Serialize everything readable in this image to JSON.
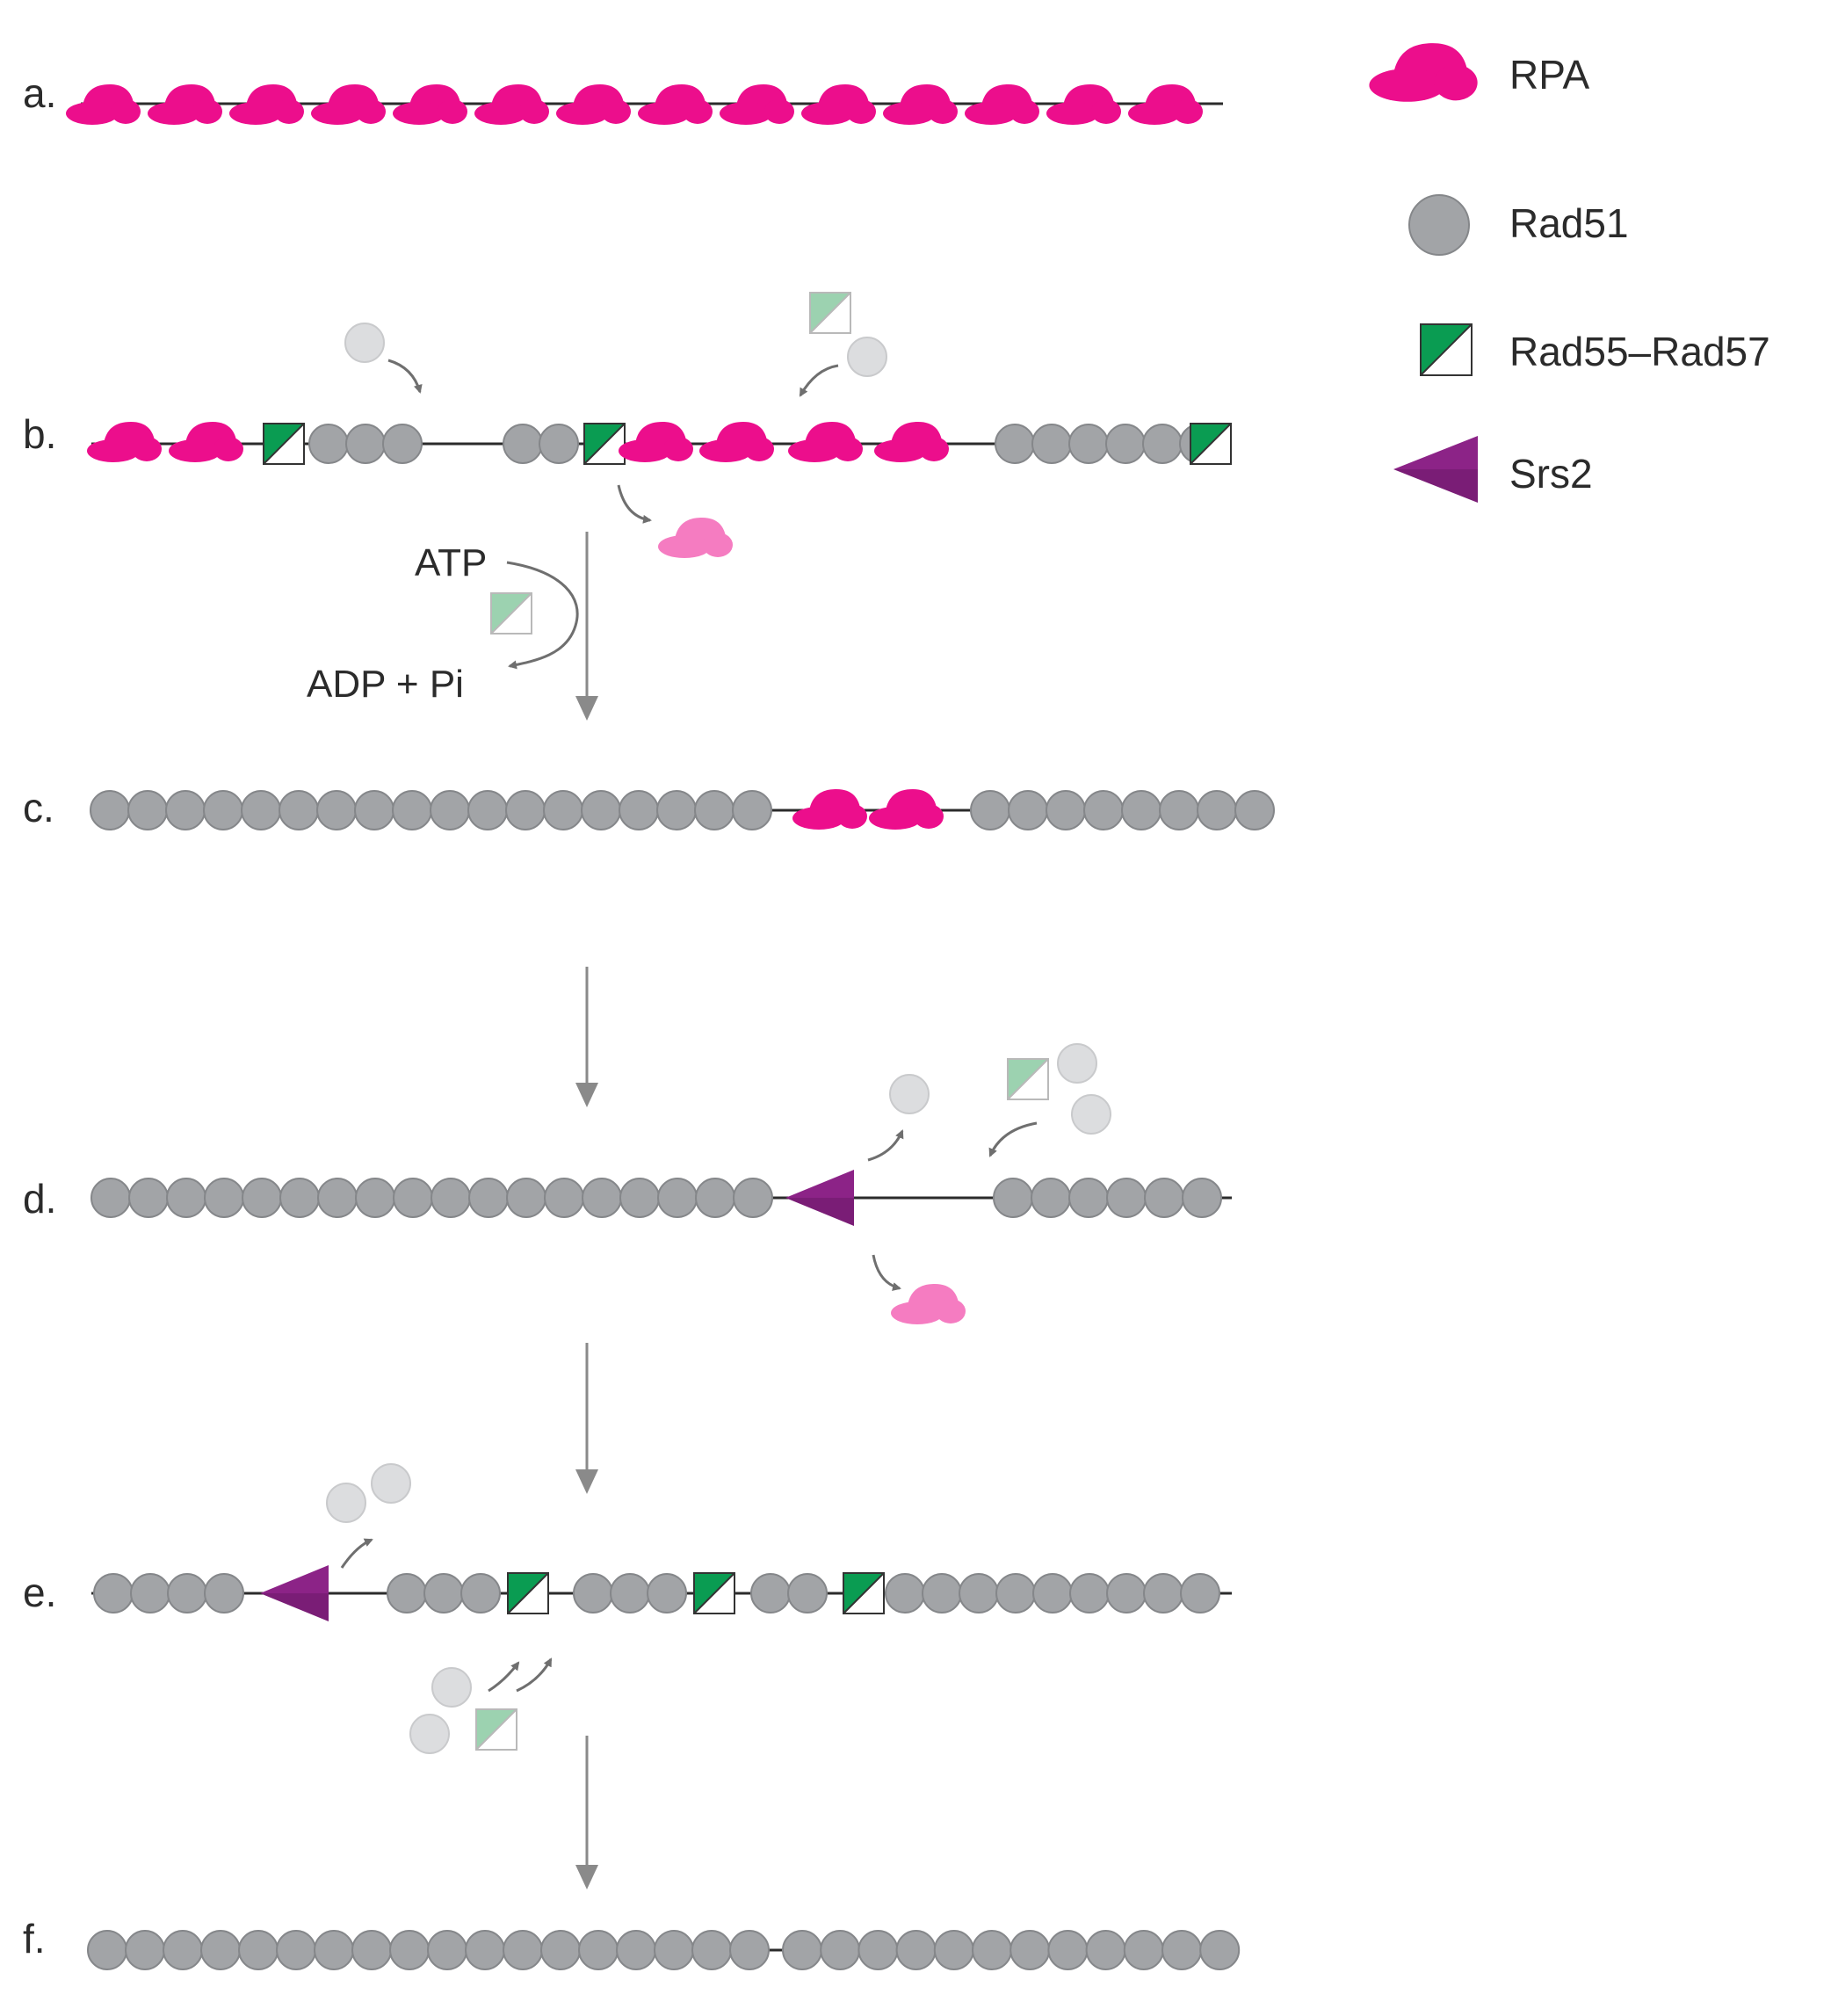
{
  "colors": {
    "rpa": "#ec0e8c",
    "rpa_faded": "#f57cc1",
    "rad51": "#a2a4a7",
    "rad51_stroke": "#85878a",
    "rad51_faded": "#dcdddf",
    "rad55_57": "#0a9c52",
    "rad55_57_faded": "#9cd2b0",
    "srs2": "#8c2387",
    "dna": "#2b2b2b",
    "arrow": "#8a8a8a",
    "text": "#2b2b2b"
  },
  "legend": {
    "rpa": "RPA",
    "rad51": "Rad51",
    "rad55_57": "Rad55–Rad57",
    "srs2": "Srs2"
  },
  "rows": {
    "a": "a.",
    "b": "b.",
    "c": "c.",
    "d": "d.",
    "e": "e.",
    "f": "f."
  },
  "annotations": {
    "atp": "ATP",
    "adp_pi": "ADP + Pi"
  }
}
